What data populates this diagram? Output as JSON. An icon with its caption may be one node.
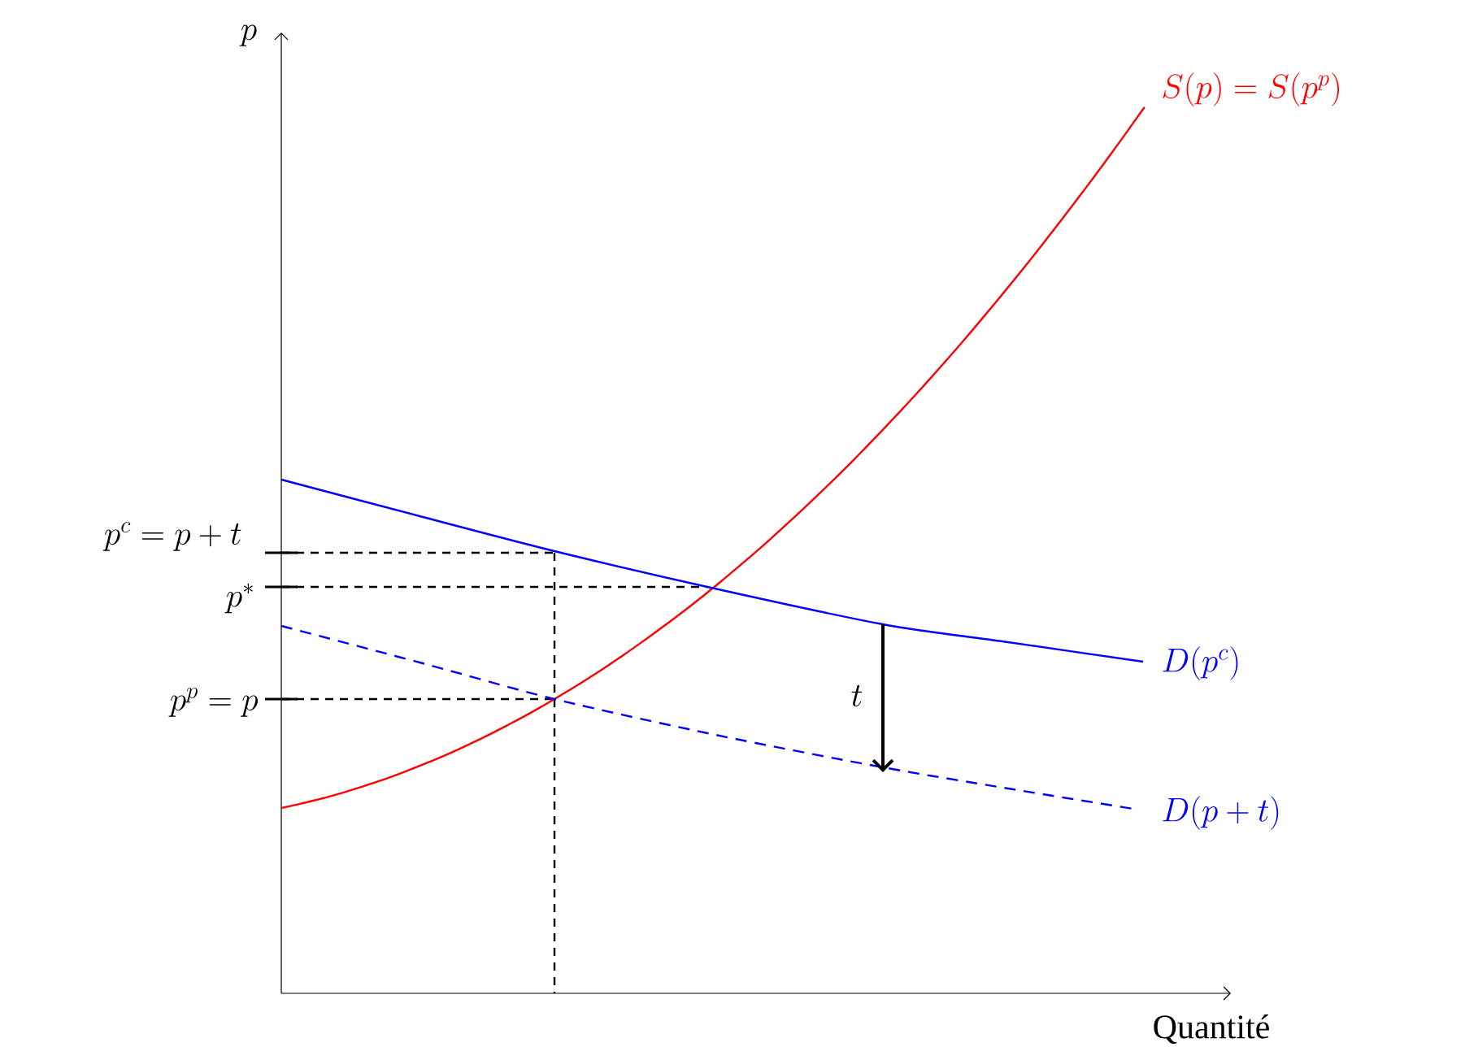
{
  "diagram": {
    "labels": [
      "p",
      "S(p) = S(p^p)",
      "p^c = p + t",
      "p^*",
      "D(p^c)",
      "t",
      "p^p = p",
      "D(p + t)",
      "Quantité"
    ]
  }
}
